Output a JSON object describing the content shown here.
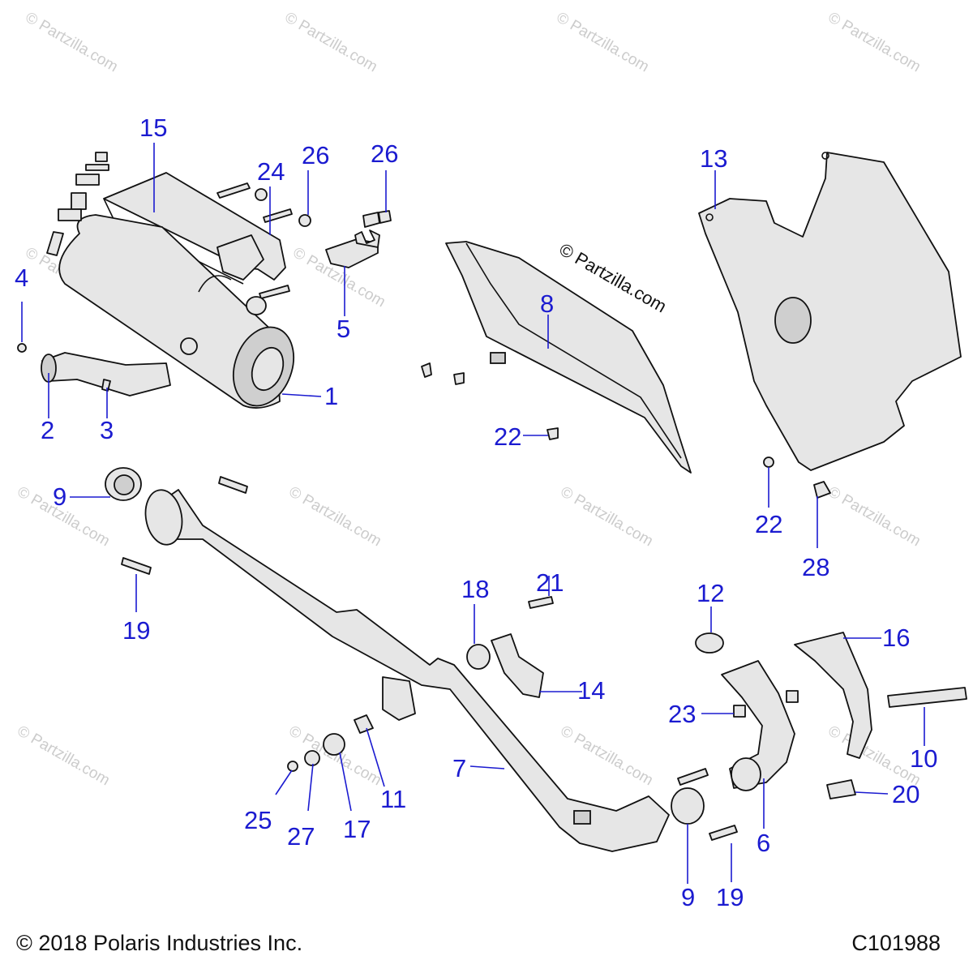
{
  "diagram": {
    "watermark": "© Partzilla.com",
    "site_mark": "© Partzilla.com",
    "copyright": "© 2018 Polaris Industries Inc.",
    "drawing_number": "C101988",
    "callouts": {
      "c1": "1",
      "c2": "2",
      "c3": "3",
      "c4": "4",
      "c5": "5",
      "c6": "6",
      "c7": "7",
      "c8": "8",
      "c9a": "9",
      "c9b": "9",
      "c10": "10",
      "c11": "11",
      "c12": "12",
      "c13": "13",
      "c14": "14",
      "c15": "15",
      "c16": "16",
      "c17": "17",
      "c18": "18",
      "c19a": "19",
      "c19b": "19",
      "c20": "20",
      "c21": "21",
      "c22a": "22",
      "c22b": "22",
      "c23": "23",
      "c24": "24",
      "c25": "25",
      "c26a": "26",
      "c26b": "26",
      "c27": "27",
      "c28": "28"
    }
  }
}
